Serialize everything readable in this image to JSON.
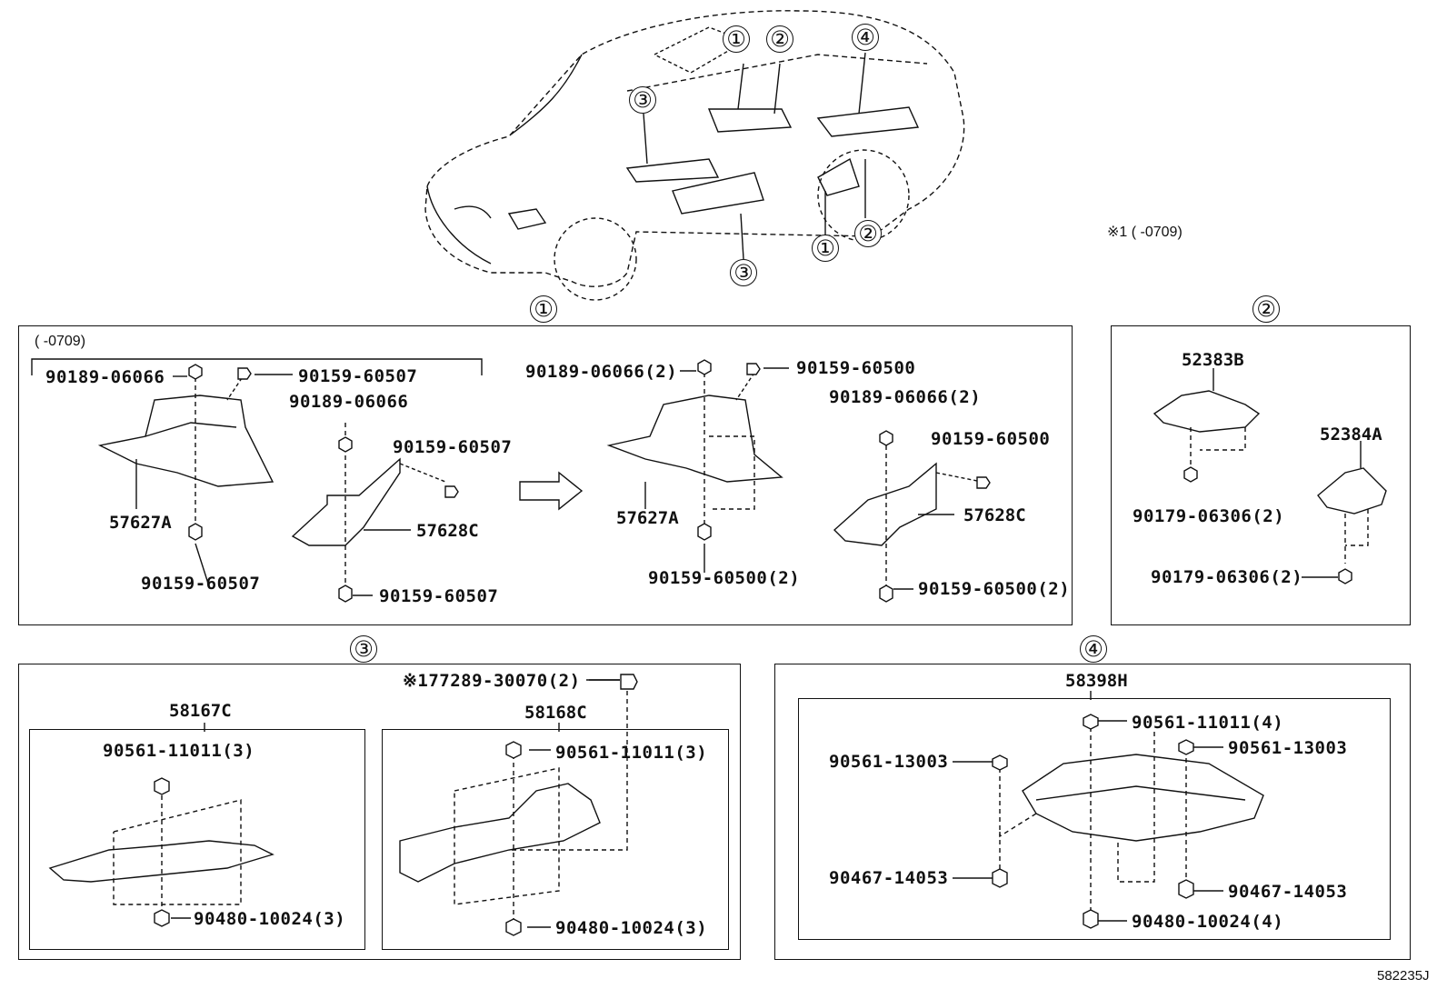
{
  "diagram_code": "582235J",
  "note": "※1  (      -0709)",
  "overview_callouts": [
    "①",
    "②",
    "③",
    "④"
  ],
  "sections": {
    "s1": {
      "marker": "①",
      "early_note": "(      -0709)",
      "arrow": "⇨",
      "left": {
        "nut_top": "90189-06066",
        "screw_top": "90159-60507",
        "nut_mid": "90189-06066",
        "screw_mid": "90159-60507",
        "part_a": "57627A",
        "screw_bot_a": "90159-60507",
        "part_c": "57628C",
        "screw_bot_c": "90159-60507"
      },
      "right": {
        "nut_top": "90189-06066(2)",
        "screw_top": "90159-60500",
        "nut_mid": "90189-06066(2)",
        "screw_mid": "90159-60500",
        "part_a": "57627A",
        "screw_bot_a": "90159-60500(2)",
        "part_c": "57628C",
        "screw_bot_c": "90159-60500(2)"
      }
    },
    "s2": {
      "marker": "②",
      "part_b": "52383B",
      "part_a": "52384A",
      "nut_b": "90179-06306(2)",
      "nut_a": "90179-06306(2)"
    },
    "s3": {
      "marker": "③",
      "clip_note": "※177289-30070(2)",
      "left_part": "58167C",
      "left_top": "90561-11011(3)",
      "left_bot": "90480-10024(3)",
      "right_part": "58168C",
      "right_top": "90561-11011(3)",
      "right_bot": "90480-10024(3)"
    },
    "s4": {
      "marker": "④",
      "part": "58398H",
      "top_center": "90561-11011(4)",
      "top_left": "90561-13003",
      "top_right": "90561-13003",
      "bot_left": "90467-14053",
      "bot_right": "90467-14053",
      "bot_center": "90480-10024(4)"
    }
  }
}
